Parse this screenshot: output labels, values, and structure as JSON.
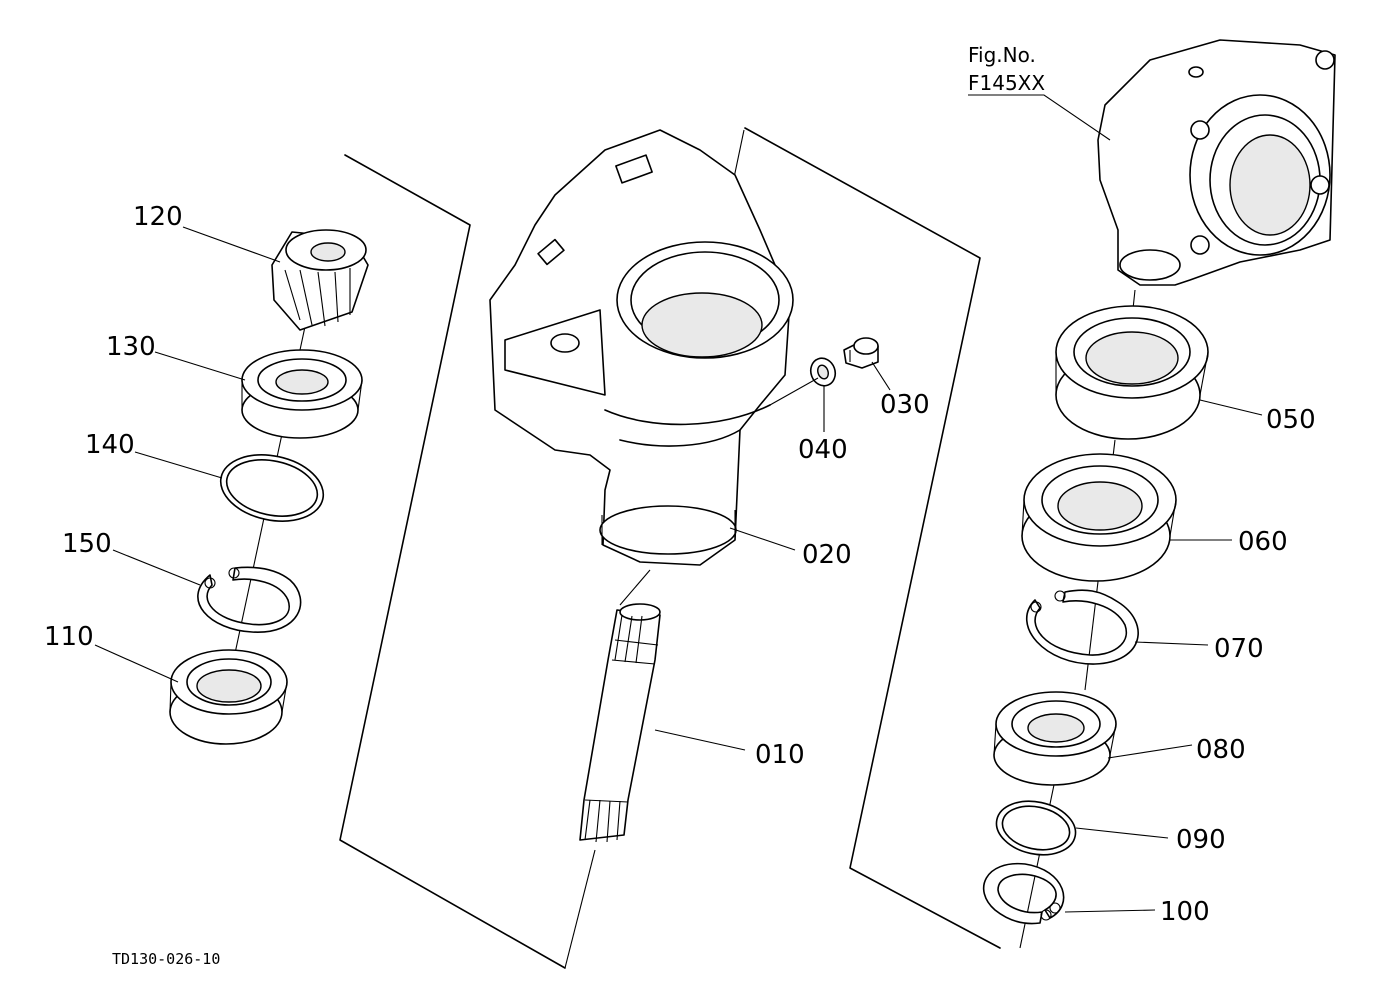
{
  "figure_ref": {
    "line1": "Fig.No.",
    "line2": "F145XX"
  },
  "drawing_code": "TD130-026-10",
  "callouts": [
    {
      "id": "010",
      "label": "010"
    },
    {
      "id": "020",
      "label": "020"
    },
    {
      "id": "030",
      "label": "030"
    },
    {
      "id": "040",
      "label": "040"
    },
    {
      "id": "050",
      "label": "050"
    },
    {
      "id": "060",
      "label": "060"
    },
    {
      "id": "070",
      "label": "070"
    },
    {
      "id": "080",
      "label": "080"
    },
    {
      "id": "090",
      "label": "090"
    },
    {
      "id": "100",
      "label": "100"
    },
    {
      "id": "110",
      "label": "110"
    },
    {
      "id": "120",
      "label": "120"
    },
    {
      "id": "130",
      "label": "130"
    },
    {
      "id": "140",
      "label": "140"
    },
    {
      "id": "150",
      "label": "150"
    }
  ]
}
